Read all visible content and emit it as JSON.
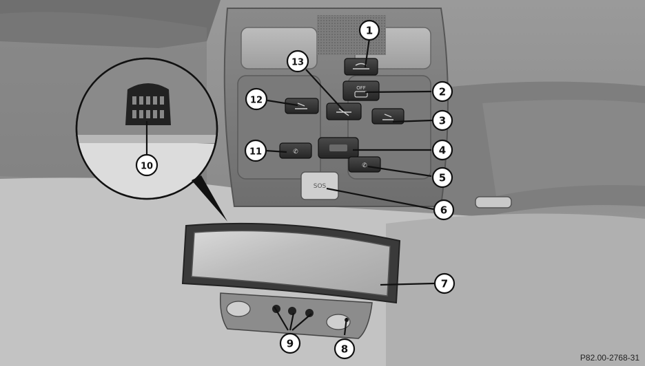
{
  "figure": {
    "reference_code": "P82.00-2768-31",
    "callouts": [
      {
        "id": "1",
        "label": "1"
      },
      {
        "id": "2",
        "label": "2"
      },
      {
        "id": "3",
        "label": "3"
      },
      {
        "id": "4",
        "label": "4"
      },
      {
        "id": "5",
        "label": "5"
      },
      {
        "id": "6",
        "label": "6"
      },
      {
        "id": "7",
        "label": "7"
      },
      {
        "id": "8",
        "label": "8"
      },
      {
        "id": "9",
        "label": "9"
      },
      {
        "id": "10",
        "label": "10"
      },
      {
        "id": "11",
        "label": "11"
      },
      {
        "id": "12",
        "label": "12"
      },
      {
        "id": "13",
        "label": "13"
      }
    ],
    "button_markings": {
      "off_label": "OFF",
      "sos_label": "SOS"
    }
  }
}
